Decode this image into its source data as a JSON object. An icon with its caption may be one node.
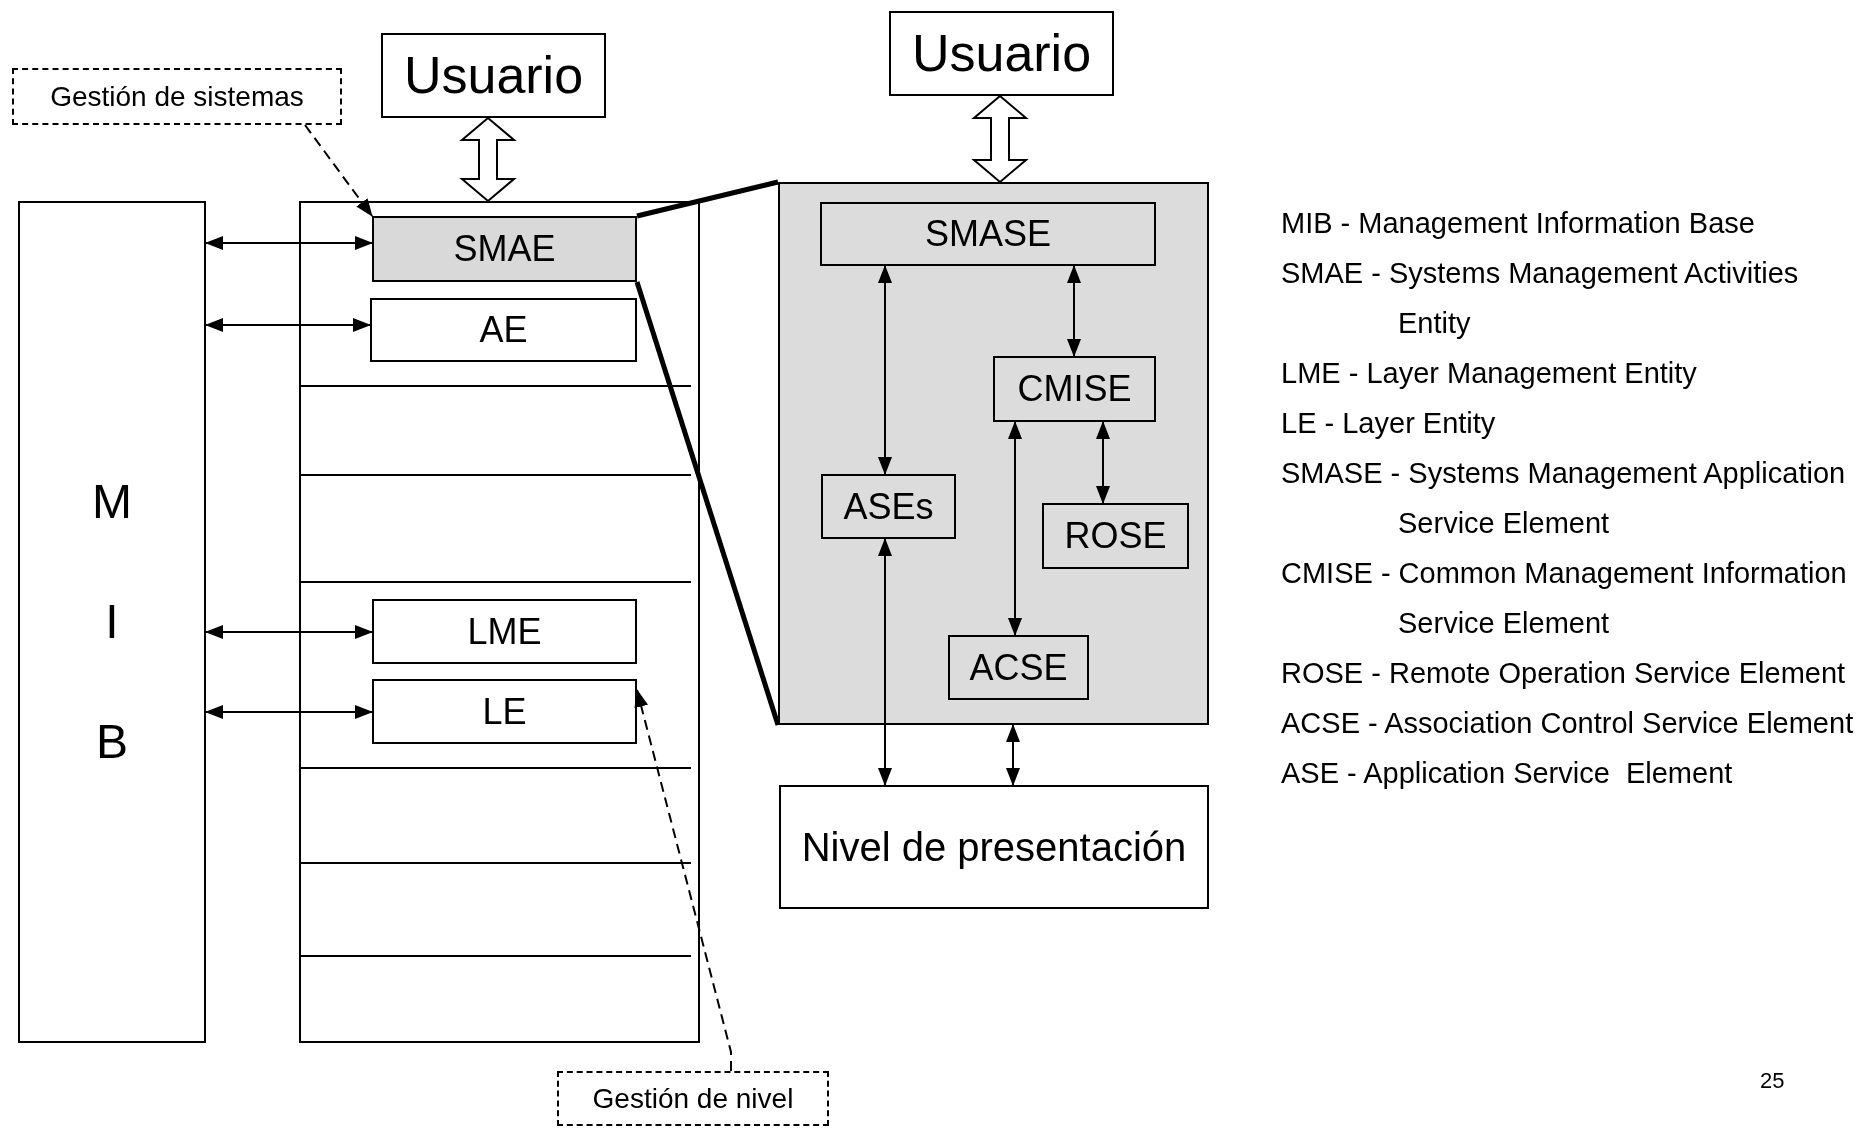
{
  "diagram": {
    "nodes": [
      {
        "text": [
          "Gestión de sistemas"
        ]
      },
      {
        "text": [
          "Usuario"
        ]
      },
      {
        "text": [
          "M I B"
        ]
      },
      {
        "text": [],
        "shape": "box"
      },
      {
        "text": [
          "SMAE"
        ],
        "in": 3
      },
      {
        "text": [
          "AE"
        ],
        "in": 3
      },
      {
        "text": [
          "LME"
        ],
        "in": 3
      },
      {
        "text": [
          "LE"
        ],
        "in": 3
      },
      {
        "text": [
          "Usuario"
        ]
      },
      {
        "text": [],
        "shape": "box"
      },
      {
        "text": [
          "SMASE"
        ],
        "in": 9
      },
      {
        "text": [
          "CMISE"
        ],
        "in": 9
      },
      {
        "text": [
          "ASEs"
        ],
        "in": 9
      },
      {
        "text": [
          "ROSE"
        ],
        "in": 9
      },
      {
        "text": [
          "ACSE"
        ],
        "in": 9
      },
      {
        "text": [
          "Nivel de presentación"
        ]
      },
      {
        "text": [
          "Gestión de nivel"
        ]
      }
    ],
    "edges": [
      {
        "from": 1,
        "to": 3,
        "arrow": "both"
      },
      {
        "from": 0,
        "to": 4,
        "arrow": "to",
        "style": "dashed"
      },
      {
        "from": 2,
        "to": 4,
        "arrow": "both"
      },
      {
        "from": 2,
        "to": 5,
        "arrow": "both"
      },
      {
        "from": 2,
        "to": 6,
        "arrow": "both"
      },
      {
        "from": 2,
        "to": 7,
        "arrow": "both"
      },
      {
        "from": 16,
        "to": 7,
        "arrow": "to",
        "style": "dashed"
      },
      {
        "from": 8,
        "to": 9,
        "arrow": "both"
      },
      {
        "from": 4,
        "to": 9,
        "arrow": "none",
        "style": "thick"
      },
      {
        "from": 4,
        "to": 9,
        "arrow": "none",
        "style": "thick"
      },
      {
        "from": 10,
        "to": 12,
        "arrow": "both"
      },
      {
        "from": 10,
        "to": 11,
        "arrow": "both"
      },
      {
        "from": 11,
        "to": 13,
        "arrow": "both"
      },
      {
        "from": 11,
        "to": 14,
        "arrow": "both"
      },
      {
        "from": 12,
        "to": 15,
        "arrow": "both"
      },
      {
        "from": 9,
        "to": 15,
        "arrow": "both"
      }
    ],
    "labels": [
      "MIB - Management Information Base",
      "SMAE - Systems Management Activities Entity",
      "LME - Layer Management Entity",
      "LE - Layer Entity",
      "SMASE - Systems Management Application Service Element",
      "CMISE - Common Management Information Service Element",
      "ROSE - Remote Operation Service Element",
      "ACSE - Association Control Service Element",
      "ASE - Application Service  Element",
      "25"
    ]
  }
}
